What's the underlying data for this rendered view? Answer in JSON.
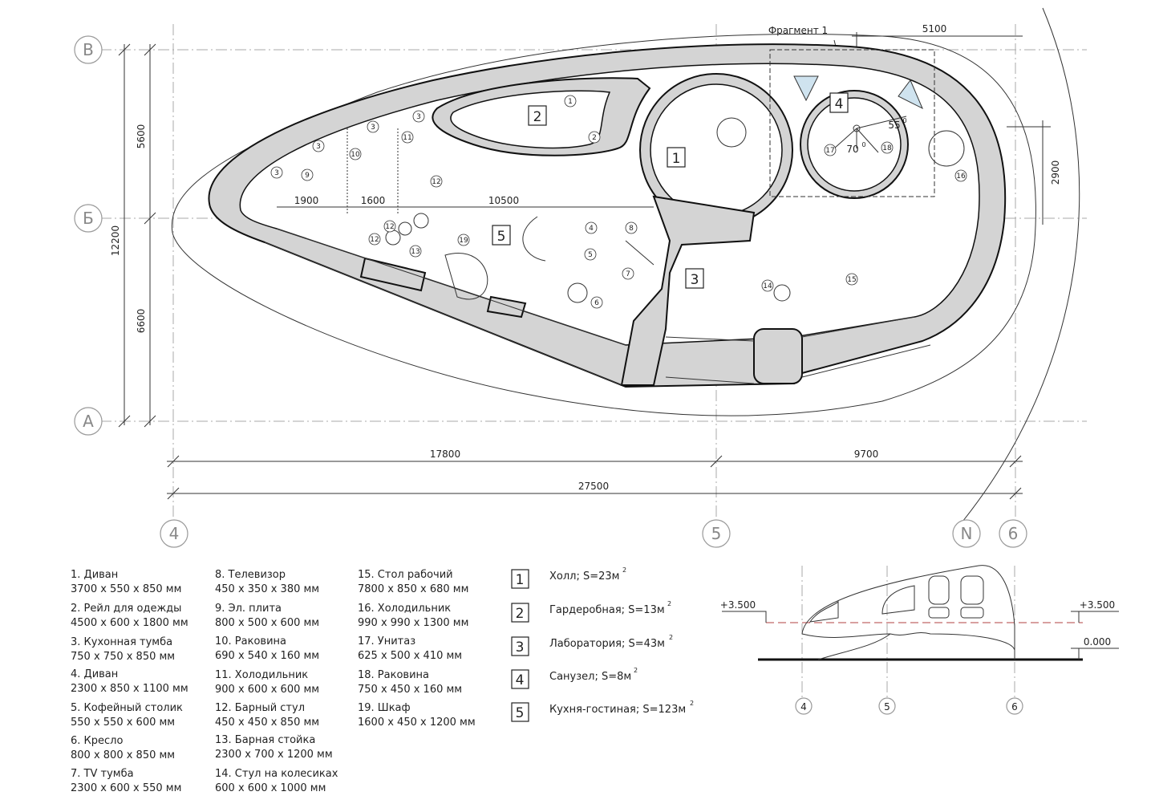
{
  "axes": {
    "v": [
      "В",
      "Б",
      "А"
    ],
    "h": [
      "4",
      "5",
      "6"
    ],
    "north": "N"
  },
  "dimensions": {
    "total_height": "12200",
    "upper": "5600",
    "lower": "6600",
    "x_left": "17800",
    "x_right": "9700",
    "x_total": "27500",
    "top_right": "5100",
    "right_side": "2900",
    "inner": [
      "1900",
      "1600",
      "10500"
    ],
    "angle1": "55",
    "angle2": "70",
    "deg": "0"
  },
  "fragment_label": "Фрагмент 1",
  "rooms_on_plan": [
    "1",
    "2",
    "3",
    "4",
    "5"
  ],
  "callouts": [
    "1",
    "2",
    "3",
    "3",
    "3",
    "9",
    "10",
    "3",
    "11",
    "12",
    "12",
    "12",
    "13",
    "19",
    "4",
    "5",
    "6",
    "7",
    "8",
    "14",
    "15",
    "16",
    "17",
    "18"
  ],
  "furniture": [
    {
      "name": "1. Диван",
      "size": "3700 x 550 x 850 мм"
    },
    {
      "name": "2. Рейл для одежды",
      "size": "4500 x 600 x 1800 мм"
    },
    {
      "name": "3. Кухонная тумба",
      "size": "750 x 750 x 850 мм"
    },
    {
      "name": "4. Диван",
      "size": "2300 x 850 x 1100 мм"
    },
    {
      "name": "5. Кофейный столик",
      "size": "550 x 550 x 600 мм"
    },
    {
      "name": "6. Кресло",
      "size": "800 x 800 x 850 мм"
    },
    {
      "name": "7. TV тумба",
      "size": "2300 x 600 x 550 мм"
    },
    {
      "name": "8. Телевизор",
      "size": "450 x 350 x 380 мм"
    },
    {
      "name": "9. Эл. плита",
      "size": "800 x 500 x 600 мм"
    },
    {
      "name": "10. Раковина",
      "size": "690 x 540 x 160 мм"
    },
    {
      "name": "11. Холодильник",
      "size": "900 x 600 x 600 мм"
    },
    {
      "name": "12. Барный стул",
      "size": "450 x 450 x 850 мм"
    },
    {
      "name": "13. Барная стойка",
      "size": "2300 x 700 x 1200 мм"
    },
    {
      "name": "14. Стул на колесиках",
      "size": "600 x 600 x 1000 мм"
    },
    {
      "name": "15. Стол рабочий",
      "size": "7800 x 850 x 680 мм"
    },
    {
      "name": "16. Холодильник",
      "size": "990 x 990 x 1300 мм"
    },
    {
      "name": "17. Унитаз",
      "size": "625 x 500 x 410 мм"
    },
    {
      "name": "18. Раковина",
      "size": "750 x 450 x 160 мм"
    },
    {
      "name": "19. Шкаф",
      "size": "1600 x 450 x 1200 мм"
    }
  ],
  "rooms": [
    {
      "num": "1",
      "label": "Холл; S=23м",
      "sup": "2"
    },
    {
      "num": "2",
      "label": "Гардеробная; S=13м",
      "sup": "2"
    },
    {
      "num": "3",
      "label": "Лаборатория; S=43м",
      "sup": "2"
    },
    {
      "num": "4",
      "label": "Санузел; S=8м",
      "sup": "2"
    },
    {
      "num": "5",
      "label": "Кухня-гостиная; S=123м",
      "sup": "2"
    }
  ],
  "section": {
    "level_top": "+3.500",
    "level_top_right": "+3.500",
    "level_ground": "0.000",
    "axes": [
      "4",
      "5",
      "6"
    ]
  }
}
